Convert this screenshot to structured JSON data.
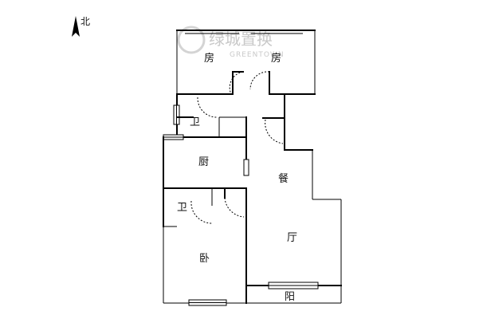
{
  "compass": {
    "label": "北"
  },
  "watermark": {
    "brand_cn": "绿城置换",
    "brand_en": "GREENTOWN"
  },
  "rooms": {
    "bedroom_nw": "房",
    "bedroom_ne": "房",
    "bath_upper": "卫",
    "kitchen": "厨",
    "dining": "餐",
    "bath_lower": "卫",
    "living": "厅",
    "bedroom_main": "卧",
    "balcony": "阳"
  }
}
